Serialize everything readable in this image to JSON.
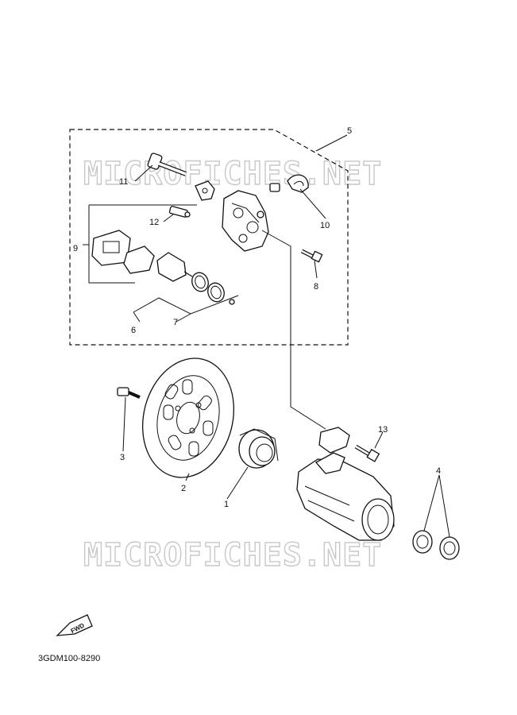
{
  "watermark": "MICROFICHES.NET",
  "reference_code": "3GDM100-8290",
  "fwd_label": "FWD",
  "callouts": [
    {
      "id": "c1",
      "label": "1"
    },
    {
      "id": "c2",
      "label": "2"
    },
    {
      "id": "c3",
      "label": "3"
    },
    {
      "id": "c4",
      "label": "4"
    },
    {
      "id": "c5",
      "label": "5"
    },
    {
      "id": "c6",
      "label": "6"
    },
    {
      "id": "c7",
      "label": "7"
    },
    {
      "id": "c8",
      "label": "8"
    },
    {
      "id": "c9",
      "label": "9"
    },
    {
      "id": "c10",
      "label": "10"
    },
    {
      "id": "c11",
      "label": "11"
    },
    {
      "id": "c12",
      "label": "12"
    },
    {
      "id": "c13",
      "label": "13"
    }
  ]
}
